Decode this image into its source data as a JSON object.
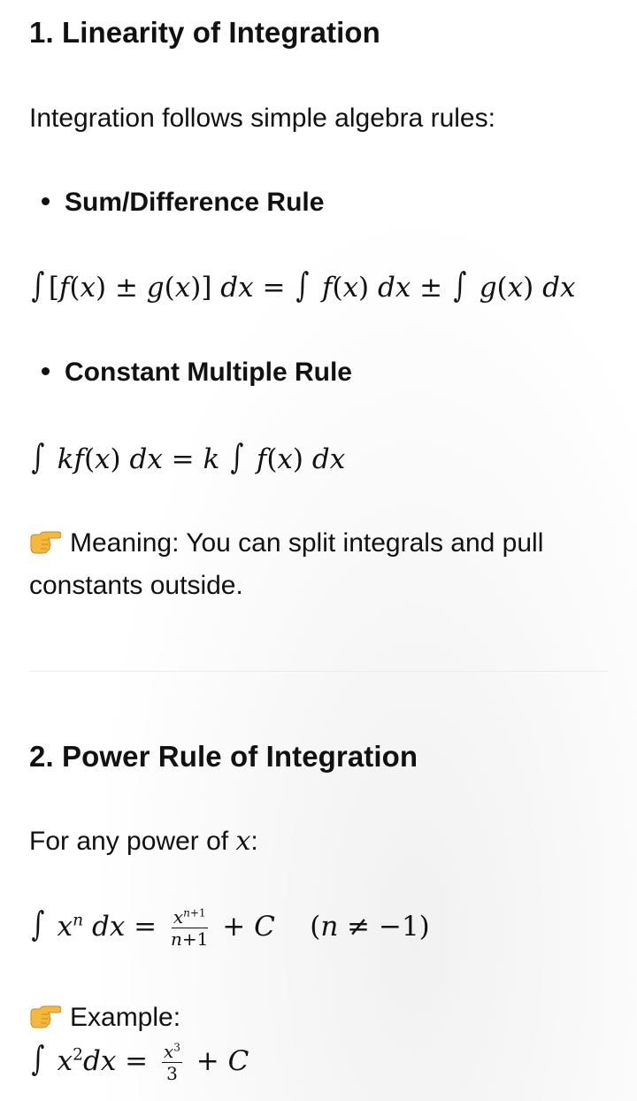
{
  "section1": {
    "heading": "1. Linearity of Integration",
    "intro": "Integration follows simple algebra rules:",
    "rule1_label": "Sum/Difference Rule",
    "rule2_label": "Constant Multiple Rule",
    "meaning_line1": "Meaning: You can split integrals and pull",
    "meaning_line2": "constants outside."
  },
  "section2": {
    "heading": "2. Power Rule of Integration",
    "intro": "For any power of",
    "intro_var": "x",
    "example_label": "Example:"
  },
  "icons": {
    "hint": "backhand-index-pointing-right-icon"
  },
  "colors": {
    "text": "#111111",
    "hint_emoji": "#f5b83d",
    "divider": "#ececec"
  }
}
